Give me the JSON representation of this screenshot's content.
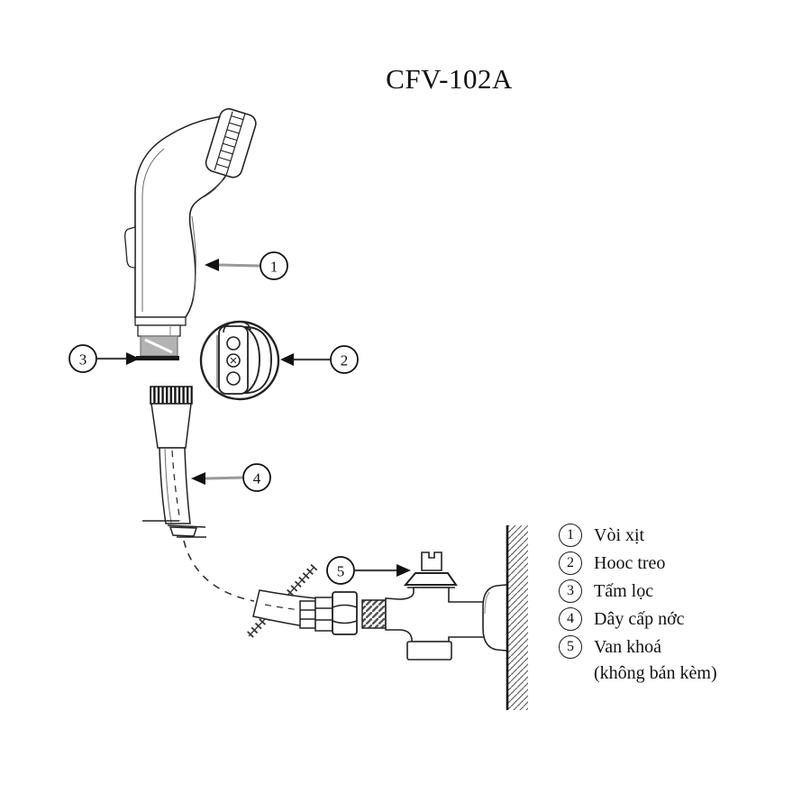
{
  "title": "CFV-102A",
  "colors": {
    "ink": "#1a1a1a",
    "shade_gray": "#b3b3b3"
  },
  "callouts": {
    "c1": "1",
    "c2": "2",
    "c3": "3",
    "c4": "4",
    "c5": "5"
  },
  "legend": {
    "items": [
      {
        "num": "1",
        "label": "Vòi xịt"
      },
      {
        "num": "2",
        "label": "Hooc treo"
      },
      {
        "num": "3",
        "label": "Tấm lọc"
      },
      {
        "num": "4",
        "label": "Dây cấp nớc"
      },
      {
        "num": "5",
        "label": "Van khoá",
        "note": "(không bán kèm)"
      }
    ]
  }
}
